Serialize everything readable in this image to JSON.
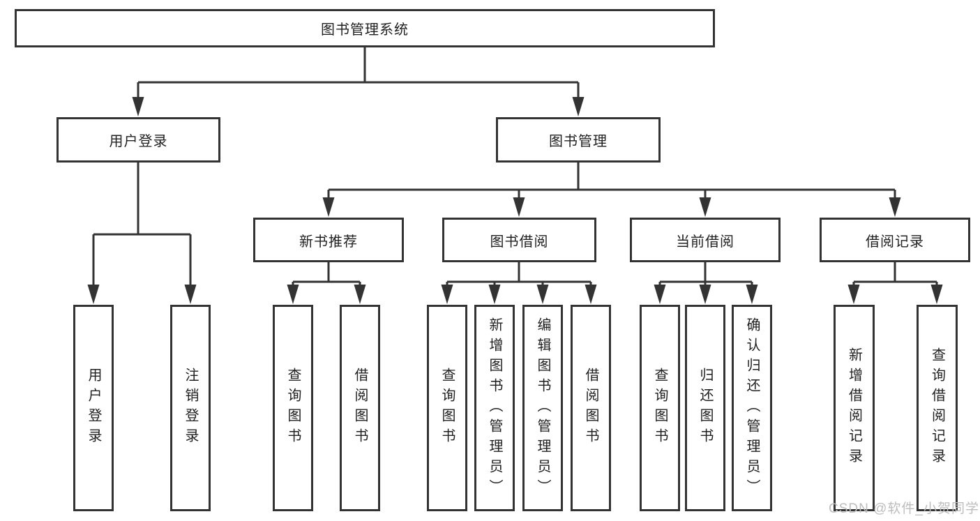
{
  "colors": {
    "line": "#333333",
    "box_border": "#333333",
    "text": "#1f1f1f",
    "watermark": "#bdbdbd",
    "background": "#ffffff"
  },
  "tree": {
    "root": {
      "label": "图书管理系统"
    },
    "login_branch": {
      "label": "用户登录",
      "children": [
        {
          "label": "用户登录"
        },
        {
          "label": "注销登录"
        }
      ]
    },
    "management_branch": {
      "label": "图书管理",
      "sections": [
        {
          "label": "新书推荐",
          "children": [
            {
              "label": "查询图书"
            },
            {
              "label": "借阅图书"
            }
          ]
        },
        {
          "label": "图书借阅",
          "children": [
            {
              "label": "查询图书"
            },
            {
              "label": "新增图书（管理员）"
            },
            {
              "label": "编辑图书（管理员）"
            },
            {
              "label": "借阅图书"
            }
          ]
        },
        {
          "label": "当前借阅",
          "children": [
            {
              "label": "查询图书"
            },
            {
              "label": "归还图书"
            },
            {
              "label": "确认归还（管理员）"
            }
          ]
        },
        {
          "label": "借阅记录",
          "children": [
            {
              "label": "新增借阅记录"
            },
            {
              "label": "查询借阅记录"
            }
          ]
        }
      ]
    }
  },
  "watermark": {
    "text": "CSDN @软件_小贺同学"
  }
}
